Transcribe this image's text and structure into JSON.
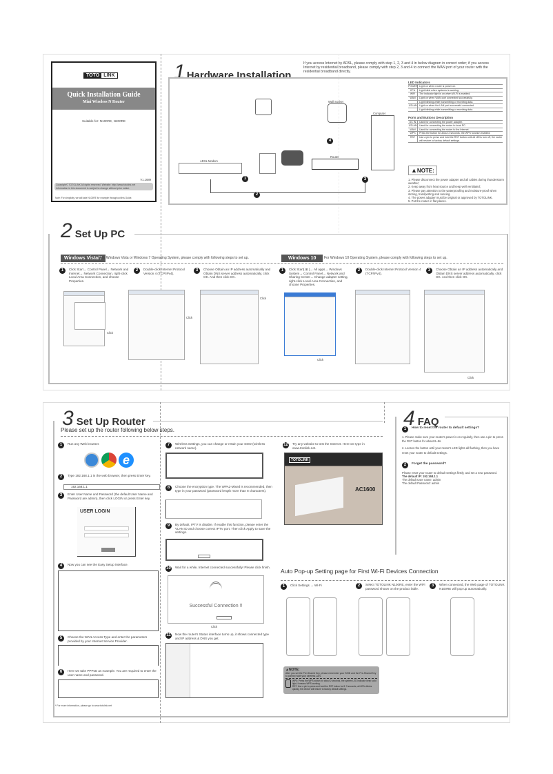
{
  "cover": {
    "brand": "TOTOLINK",
    "brand_left": "TOTO",
    "brand_right": "LINK",
    "title": "Quick Installation Guide",
    "subtitle": "Mini Wireless N Router",
    "suitable": "Suitable for: N100RE, N200RE",
    "version": "V1.1689",
    "copyright": "Copyright© TOTOLINK All rights reserved. Website: http://www.totolink.net",
    "notice": "Information in this document is subject to change without prior notice.",
    "note": "Note: For simplicity, we will take N100RE for example throughout this Guide."
  },
  "hardware": {
    "number": "1",
    "title": "Hardware Installation",
    "intro": "If you access Internet by ADSL, please comply with step 1, 2, 3 and 4 in below diagram in correct order; if you access Internet by residential broadband, please comply with step 2, 3 and 4 to connect the WAN port of your router with the residential broadband directly.",
    "labels": {
      "modem": "ADSL Modem",
      "socket": "Wall Socket",
      "computer": "Computer",
      "router": "Router"
    },
    "steps": [
      "1",
      "2",
      "3",
      "4"
    ],
    "led_title": "LED Indicators",
    "leds": [
      {
        "name": "POWER",
        "desc": "Light on when router is power on."
      },
      {
        "name": "CPU",
        "desc": "Light blink when systems is working."
      },
      {
        "name": "WiFi",
        "desc": "The indicator light is on when Wi-Fi is enabled."
      },
      {
        "name": "WAN",
        "desc": "Light on when WAN port connected successfully."
      },
      {
        "name": "",
        "desc": "Light blinking while transmitting or receiving data."
      },
      {
        "name": "1/2LAN",
        "desc": "Light on when the LAN port successful connected."
      },
      {
        "name": "",
        "desc": "Light blinking while transmitting or receiving data."
      }
    ],
    "ports_title": "Ports and Buttons Description",
    "ports": [
      {
        "name": "DC IN",
        "desc": "Used for connecting the power adapter."
      },
      {
        "name": "1/2LAN",
        "desc": "Used for connecting the router to local PC."
      },
      {
        "name": "WAN",
        "desc": "Used for connecting the router to the Internet."
      },
      {
        "name": "WPS",
        "desc": "Press the button for about 2 seconds, the WPS function enabled."
      },
      {
        "name": "RST",
        "desc": "Use a pin to press and hold the RST button until all LEDs turn off, the router will restore to factory default settings."
      }
    ],
    "note_title": "NOTE:",
    "notes": [
      "1. Please disconnect the power adapter and all cables during thunderstorm weather;",
      "2. Keep away from heat source and keep well ventilated;",
      "3. Please pay attention to the waterproofing and moisture-proof when storing, transporting and running.",
      "4. The power adapter must be original or approved by TOTOLINK.",
      "5. Put the router in flat places."
    ]
  },
  "setup_pc": {
    "number": "2",
    "title": "Set Up PC",
    "vista": {
      "label": "Windows Vista/7",
      "desc": "For Windows Vista or Windows 7 Operating System, please comply with following steps to set up.",
      "steps": [
        "Click Start→ Control Panel→ Network and Internet→ Network Connection, right-click Local Area Connection, and choose Properties.",
        "Double-click Internet Protocol Version 4 (TCP/IPv4).",
        "Choose Obtain an IP address automatically and Obtain DNS server address automatically, click OK. And then click OK."
      ]
    },
    "win10": {
      "label": "Windows 10",
      "desc": "For Windows 10 Operating System, please comply with following steps to set up.",
      "steps": [
        "Click Start( ⊞ )→ All apps→ Windows System→ Control Panel→ Network and Sharing Center→ Change adapter setting, right-click Local Area Connection, and choose Properties.",
        "Double-click Internet Protocol Version 4 (TCP/IPv4).",
        "Choose Obtain an IP address automatically and Obtain DNS server address automatically, click OK. And then click OK."
      ]
    },
    "click_label": "Click"
  },
  "setup_router": {
    "number": "3",
    "title": "Set Up Router",
    "intro": "Please set up the router following below steps.",
    "steps": [
      "Run any Web browser.",
      "Type 192.168.1.1 in the web browser, then press Enter key.",
      "Enter User Name and Password (the default User Name and Password are admin), then click LOGIN or press Enter key.",
      "Now you can see the Easy Setup interface.",
      "Choose the WAN Access Type and enter the parameters provided by your Internet Service Provider.",
      "Here we take PPPoE as example. You are required to enter the user name and password.",
      "Wireless Settings, you can change or retain your SSID (wireless network name).",
      "Choose the encryption type. The WPA2-Mixed is recommended, then type in your password (password length more than 8 characters).",
      "By default, IPTV is disable. If enable this function, please enter the VLAN ID and choose correct IPTV port. Then click Apply to save the settings.",
      "Wait for a while, Internet connected successfully! Please click finish.",
      "Now the router's Status interface turns up, it shows connected type and IP address & DNS you get.",
      "Try any website to test the Internet. Here we type in www.totolink.net."
    ],
    "url_value": "192.168.1.1",
    "login_title": "USER LOGIN",
    "success_text": "Successful Connection !!",
    "site_model": "AC1600",
    "click_label": "Click",
    "footnote": "* For more information, please go to www.totolink.net"
  },
  "faq": {
    "number": "4",
    "title": "FAQ",
    "q1": "How to reset the router to default settings?",
    "a1": [
      "1. Please make sure your router's power is on regularly, then use a pin to press the RST button for about 8~9s.",
      "2. Loosen the button until your router's LED lights all flashing, then you have reset your router to default settings."
    ],
    "q2": "Forget the password?",
    "a2": [
      "Please reset your router to default settings firstly, and set a new password.",
      "The default IP: 192.168.1.1",
      "The default User name: admin",
      "The default Password: admin"
    ]
  },
  "popup": {
    "title": "Auto Pop-up Setting page for First Wi-Fi Devices Connection",
    "steps": [
      "Click Settings → Wi-Fi",
      "Select TOTOLINK N100RE, enter the WiFi password shown on the product lable.",
      "When connected, the Web page of TOTOLINK N100RE will pop up automatically."
    ],
    "note_title": "NOTE:",
    "note_text": "After you set the Pre-Shared Key, please remember your SSID and the Pre-Shared Key to connect with your wireless LAN.",
    "wps_text": "WPS: Press the WPS button for about 2 seconds, the system LED indicator keep solid light, it means WPS working.",
    "rst_text": "RST: Use a pin to press and hold the RST button for 8~9 seconds, all LEDs blinks quickly, the device will restore to factory default settings."
  },
  "colors": {
    "dark_bar": "#555555",
    "panel_border": "#bbbbbb",
    "note_bg": "#a9a9a9",
    "link_red": "#c0392b"
  }
}
